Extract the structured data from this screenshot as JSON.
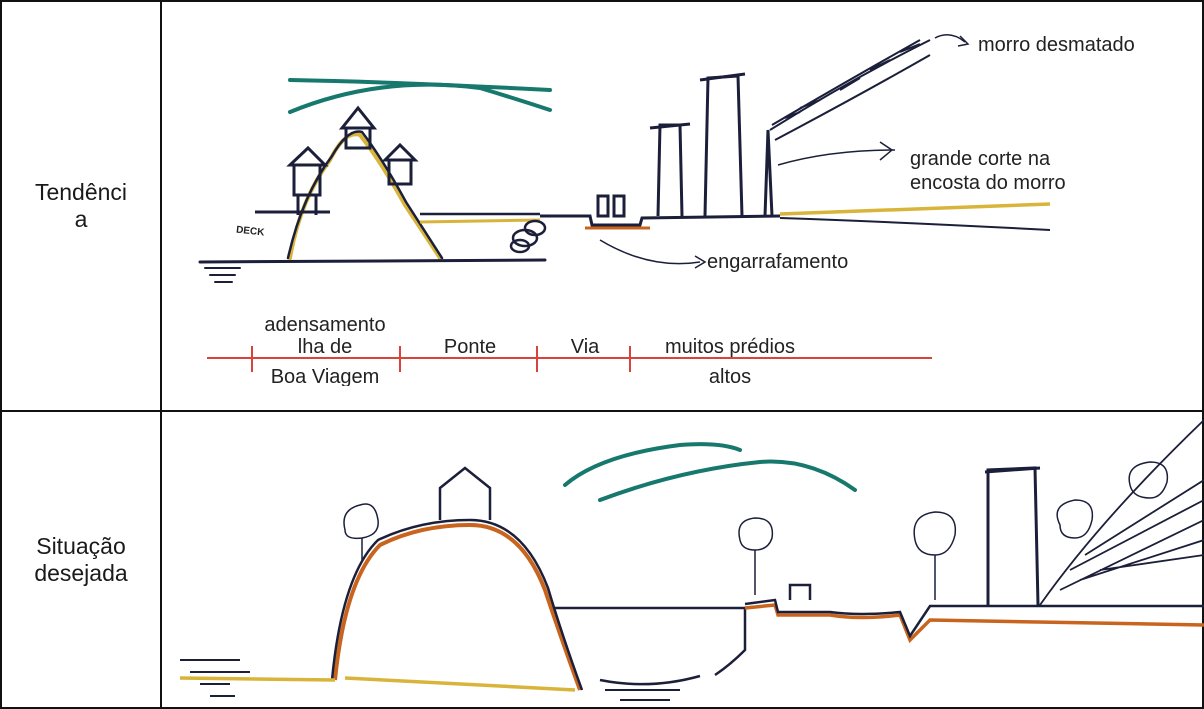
{
  "rows": [
    {
      "label_line1": "Tendênci",
      "label_line2": "a",
      "annotations": {
        "morro": "morro desmatado",
        "corte_1": "grande corte na",
        "corte_2": "encosta do morro",
        "engarrafamento": "engarrafamento",
        "deck": "DECK"
      },
      "segments": {
        "ilha_top": "adensamento",
        "ilha_mid": "lha de",
        "ilha_bot": "Boa Viagem",
        "ponte": "Ponte",
        "via": "Via",
        "predios_1": "muitos prédios",
        "predios_2": "altos"
      }
    },
    {
      "label_line1": "Situação",
      "label_line2": "desejada"
    }
  ],
  "colors": {
    "ink": "#1b1f3a",
    "teal": "#17786e",
    "yellow": "#d9b43a",
    "red_line": "#d9443a",
    "orange": "#c8641e"
  }
}
